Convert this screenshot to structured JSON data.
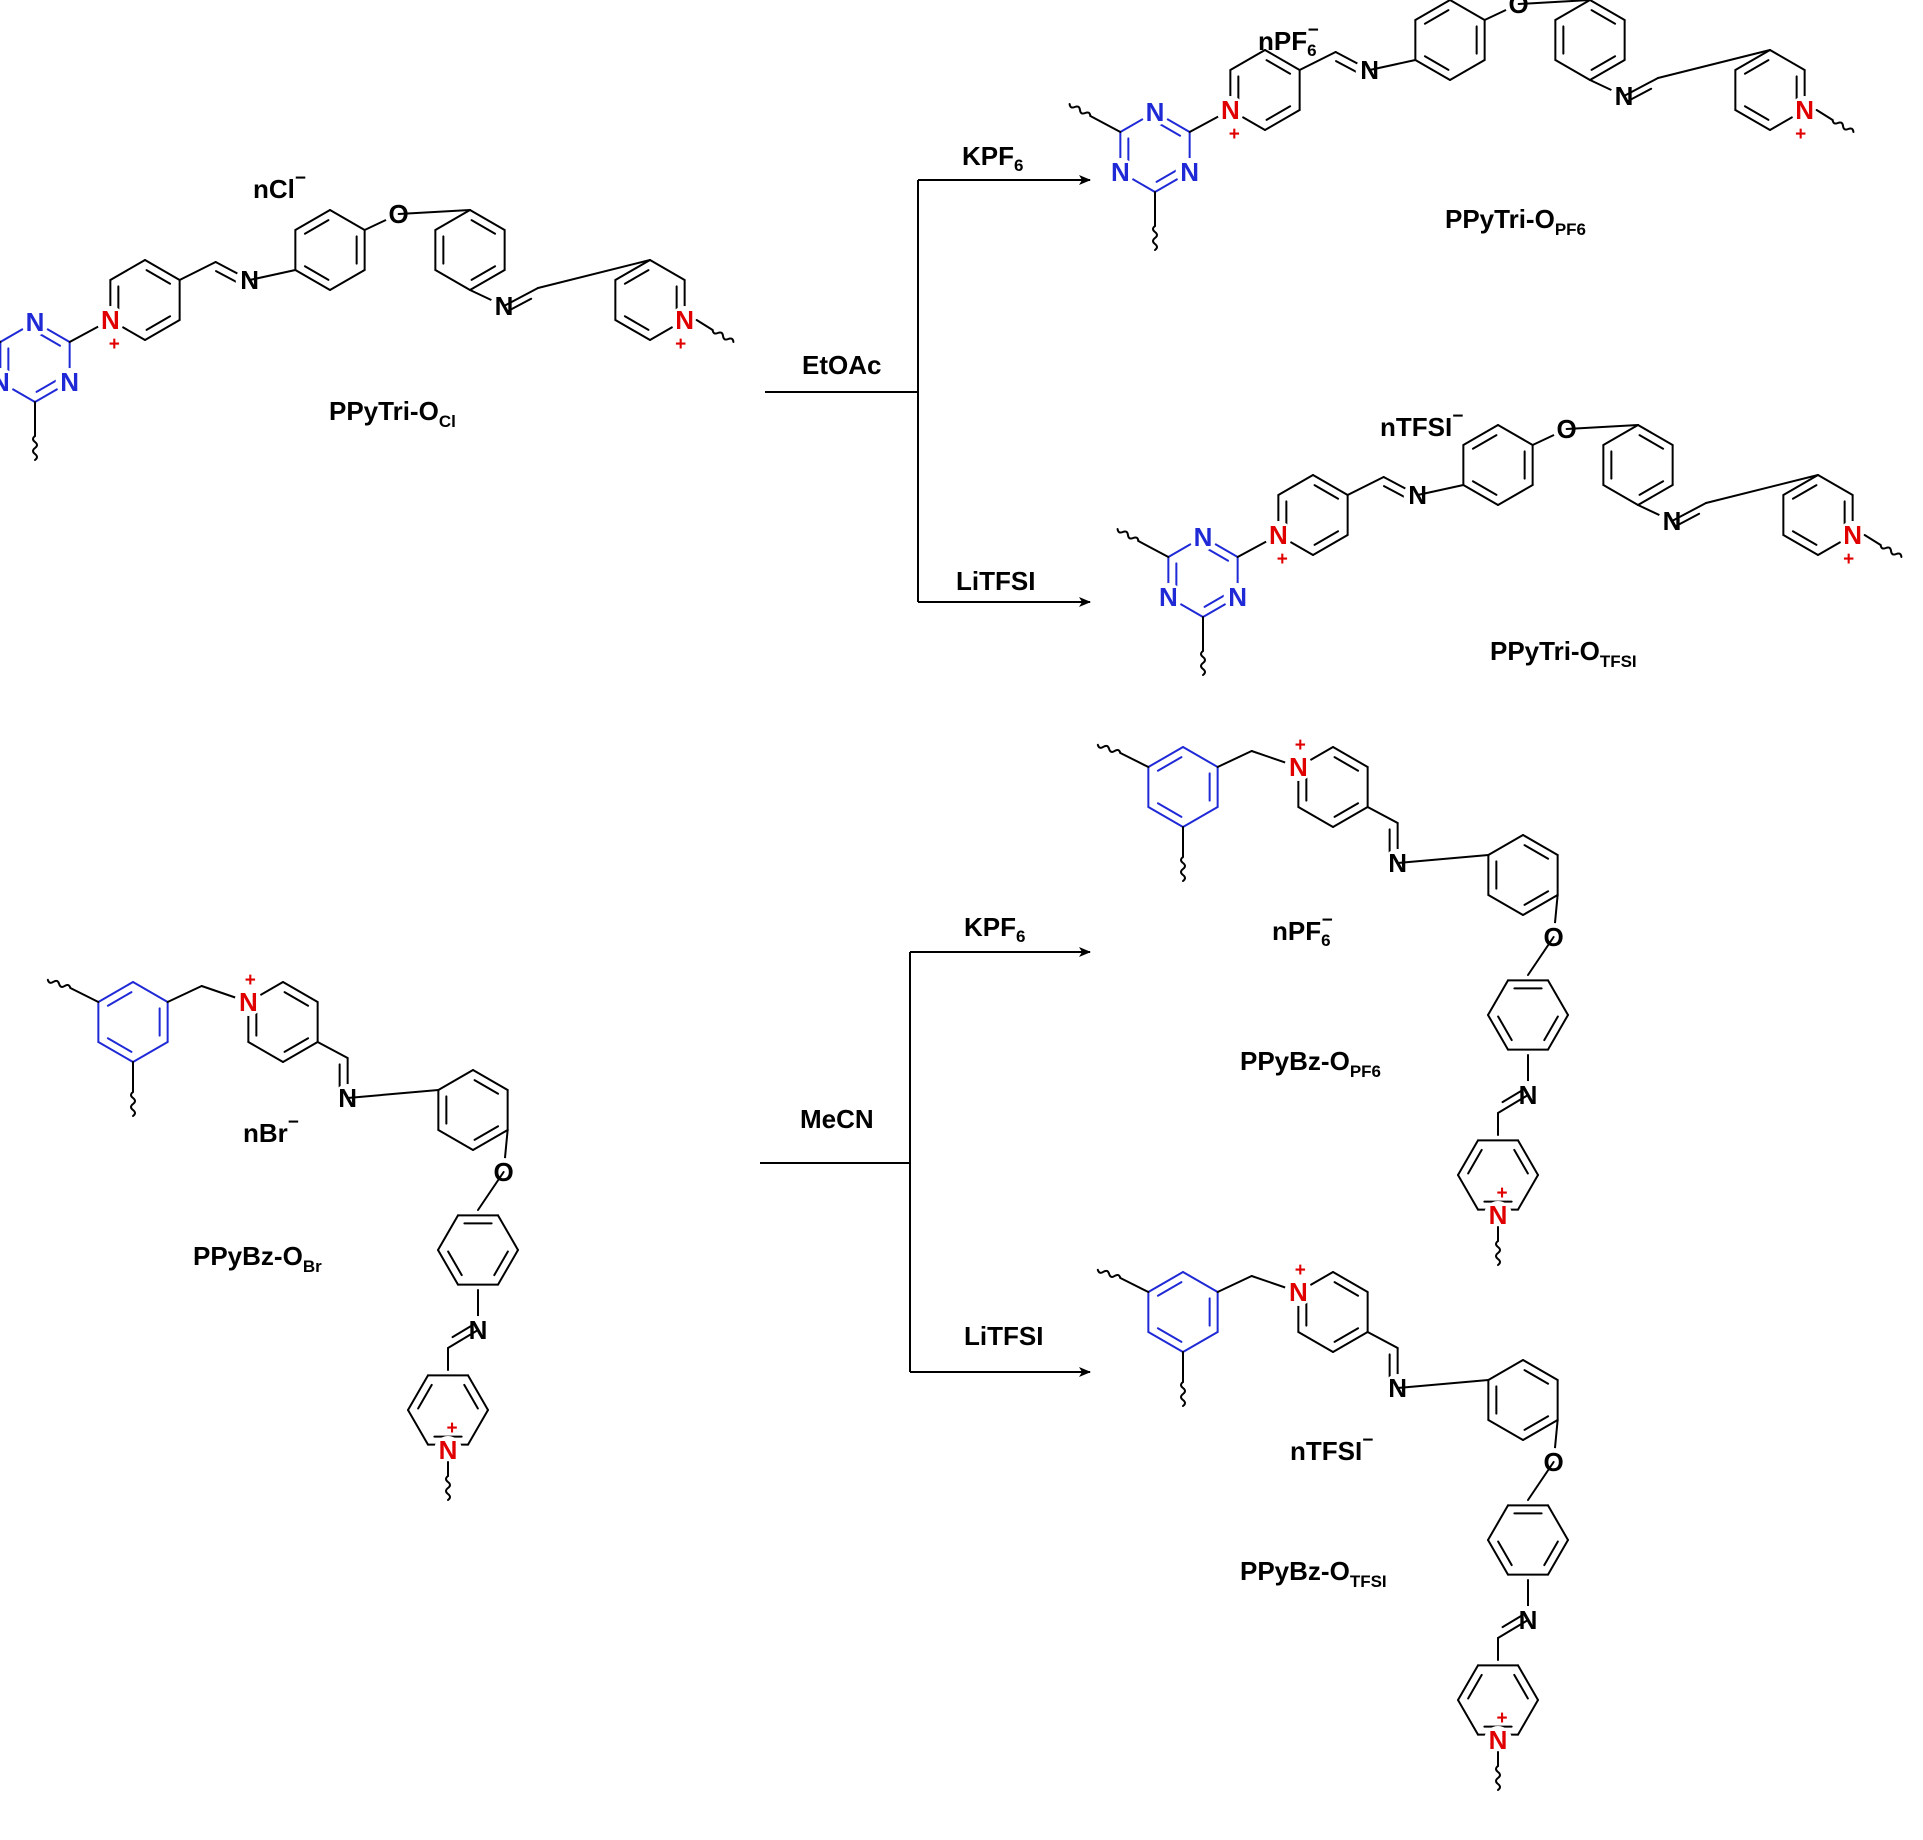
{
  "colors": {
    "triazine": "#1f2ad6",
    "pyridinium_n": "#e00000",
    "bond": "#000000"
  },
  "top_reaction": {
    "solvent": "EtOAc",
    "reactant": {
      "counterion": "nCl",
      "counterion_charge": "−",
      "name": "PPyTri-O",
      "name_sub": "Cl"
    },
    "branch_1": {
      "reagent": "KPF",
      "reagent_sub": "6",
      "product": {
        "counterion": "nPF",
        "counterion_sub": "6",
        "counterion_charge": "−",
        "name": "PPyTri-O",
        "name_sub": "PF6"
      }
    },
    "branch_2": {
      "reagent": "LiTFSI",
      "product": {
        "counterion": "nTFSI",
        "counterion_charge": "−",
        "name": "PPyTri-O",
        "name_sub": "TFSI"
      }
    }
  },
  "bottom_reaction": {
    "solvent": "MeCN",
    "reactant": {
      "counterion": "nBr",
      "counterion_charge": "−",
      "name": "PPyBz-O",
      "name_sub": "Br"
    },
    "branch_1": {
      "reagent": "KPF",
      "reagent_sub": "6",
      "product": {
        "counterion": "nPF",
        "counterion_sub": "6",
        "counterion_charge": "−",
        "name": "PPyBz-O",
        "name_sub": "PF6"
      }
    },
    "branch_2": {
      "reagent": "LiTFSI",
      "product": {
        "counterion": "nTFSI",
        "counterion_charge": "−",
        "name": "PPyBz-O",
        "name_sub": "TFSI"
      }
    }
  },
  "atoms": {
    "nitrogen": "N",
    "oxygen": "O",
    "plus": "+"
  }
}
